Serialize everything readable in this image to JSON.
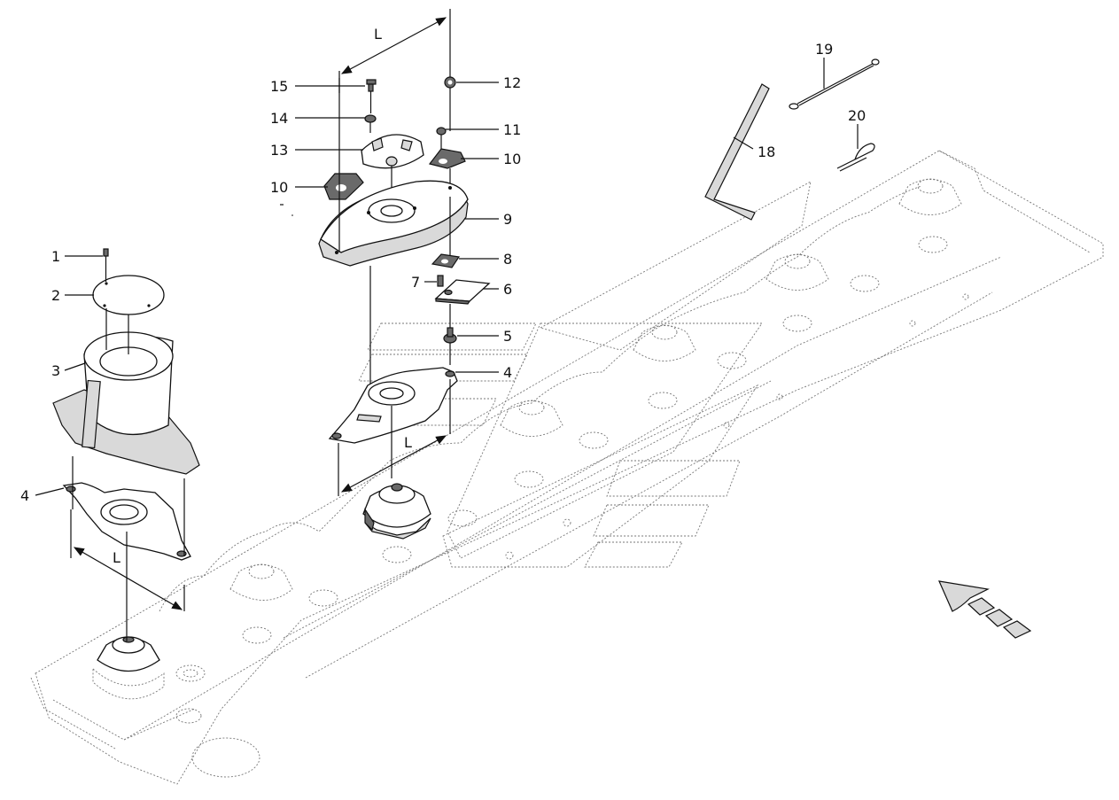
{
  "diagram": {
    "callouts": [
      "1",
      "2",
      "3",
      "4",
      "4",
      "5",
      "6",
      "7",
      "8",
      "9",
      "10",
      "10",
      "11",
      "12",
      "13",
      "14",
      "15",
      "18",
      "19",
      "20"
    ],
    "dimension_labels": [
      "L",
      "L",
      "L"
    ]
  },
  "icons": {
    "direction_arrow": "travel-direction-arrow-icon"
  },
  "colors": {
    "line": "#111111",
    "dotted": "#777777",
    "fill_light": "#d9d9d9",
    "fill_dark": "#6a6a6a"
  }
}
